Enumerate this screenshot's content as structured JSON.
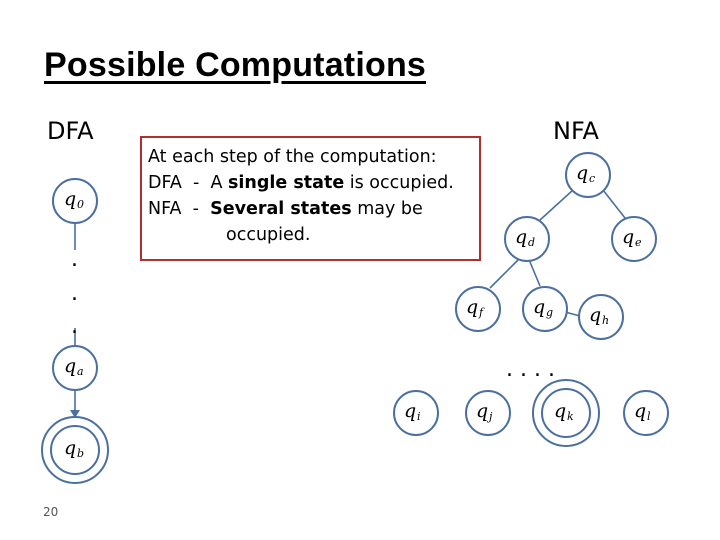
{
  "slide": {
    "title": "Possible Computations",
    "dfa_label": "DFA",
    "nfa_label": "NFA",
    "page_number": "20"
  },
  "note": {
    "line1": "At each step of the computation:",
    "line2_prefix": "DFA  -  A ",
    "line2_bold": "single state",
    "line2_suffix": " is occupied.",
    "line3_prefix": "NFA  -  ",
    "line3_bold": "Several states",
    "line3_suffix": " may be",
    "line4": "occupied."
  },
  "dfa": {
    "states": [
      {
        "id": "q0",
        "base": "q",
        "sub": "0"
      },
      {
        "id": "qa",
        "base": "q",
        "sub": "a"
      },
      {
        "id": "qb",
        "base": "q",
        "sub": "b",
        "accepting": true
      }
    ],
    "ellipsis": "."
  },
  "nfa": {
    "states": [
      {
        "id": "qc",
        "base": "q",
        "sub": "c"
      },
      {
        "id": "qd",
        "base": "q",
        "sub": "d"
      },
      {
        "id": "qe",
        "base": "q",
        "sub": "e"
      },
      {
        "id": "qf",
        "base": "q",
        "sub": "f"
      },
      {
        "id": "qg",
        "base": "q",
        "sub": "g"
      },
      {
        "id": "qh",
        "base": "q",
        "sub": "h"
      },
      {
        "id": "qi",
        "base": "q",
        "sub": "i"
      },
      {
        "id": "qj",
        "base": "q",
        "sub": "j"
      },
      {
        "id": "qk",
        "base": "q",
        "sub": "k",
        "accepting": true
      },
      {
        "id": "ql",
        "base": "q",
        "sub": "l"
      }
    ],
    "ellipsis": ". . . ."
  },
  "colors": {
    "state_stroke": "#4a6fa0",
    "box_border": "#b0302b"
  }
}
